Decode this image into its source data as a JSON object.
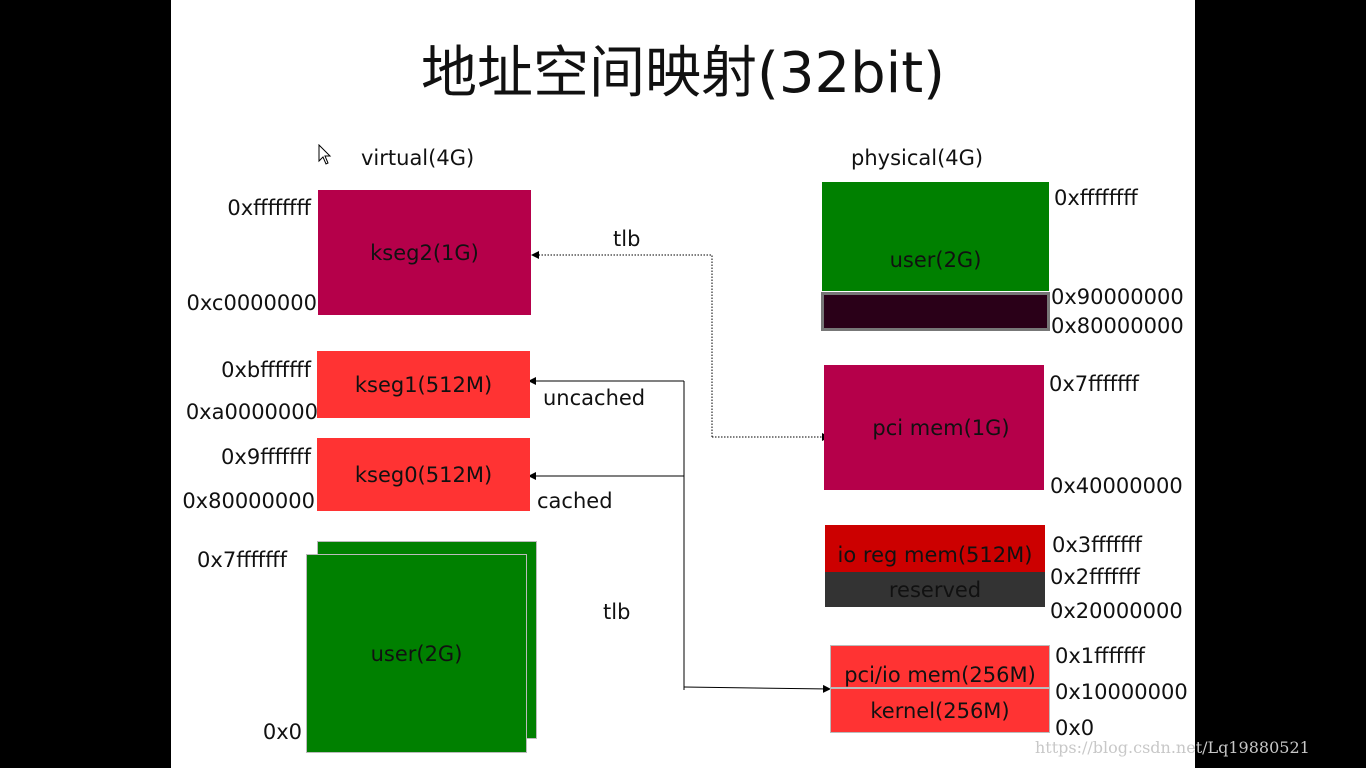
{
  "title": "地址空间映射(32bit)",
  "virtual": {
    "heading": "virtual(4G)",
    "segments": {
      "kseg2": {
        "label": "kseg2(1G)",
        "top": "0xffffffff",
        "bottom": "0xc0000000",
        "color": "#b5004a"
      },
      "kseg1": {
        "label": "kseg1(512M)",
        "top": "0xbfffffff",
        "bottom": "0xa0000000",
        "color": "#ff3333"
      },
      "kseg0": {
        "label": "kseg0(512M)",
        "top": "0x9fffffff",
        "bottom": "0x80000000",
        "color": "#ff3333"
      },
      "user": {
        "label": "user(2G)",
        "top": "0x7fffffff",
        "bottom": "0x0",
        "color": "#008000"
      }
    }
  },
  "physical": {
    "heading": "physical(4G)",
    "segments": {
      "user": {
        "label": "user(2G)",
        "addr_top": "0xffffffff",
        "color": "#008000"
      },
      "hole": {
        "addr_top": "0x90000000",
        "addr_bottom": "0x80000000",
        "color": "#2a0018",
        "border": "#777777"
      },
      "pci_mem": {
        "label": "pci mem(1G)",
        "addr_top": "0x7fffffff",
        "addr_bottom": "0x40000000",
        "color": "#b5004a"
      },
      "io_reg": {
        "label": "io reg mem(512M)",
        "addr_top": "0x3fffffff",
        "color": "#cc0000"
      },
      "reserved": {
        "label": "reserved",
        "addr_top": "0x2fffffff",
        "addr_bottom": "0x20000000",
        "color": "#333333"
      },
      "pci_io": {
        "label": "pci/io mem(256M)",
        "addr_top": "0x1fffffff",
        "addr_mid": "0x10000000",
        "color": "#ff3333"
      },
      "kernel": {
        "label": "kernel(256M)",
        "addr_bottom": "0x0",
        "color": "#ff3333"
      }
    }
  },
  "connections": {
    "tlb_top": "tlb",
    "uncached": "uncached",
    "cached": "cached",
    "tlb_bottom": "tlb"
  },
  "watermark": "https://blog.csdn.net/Lq19880521"
}
